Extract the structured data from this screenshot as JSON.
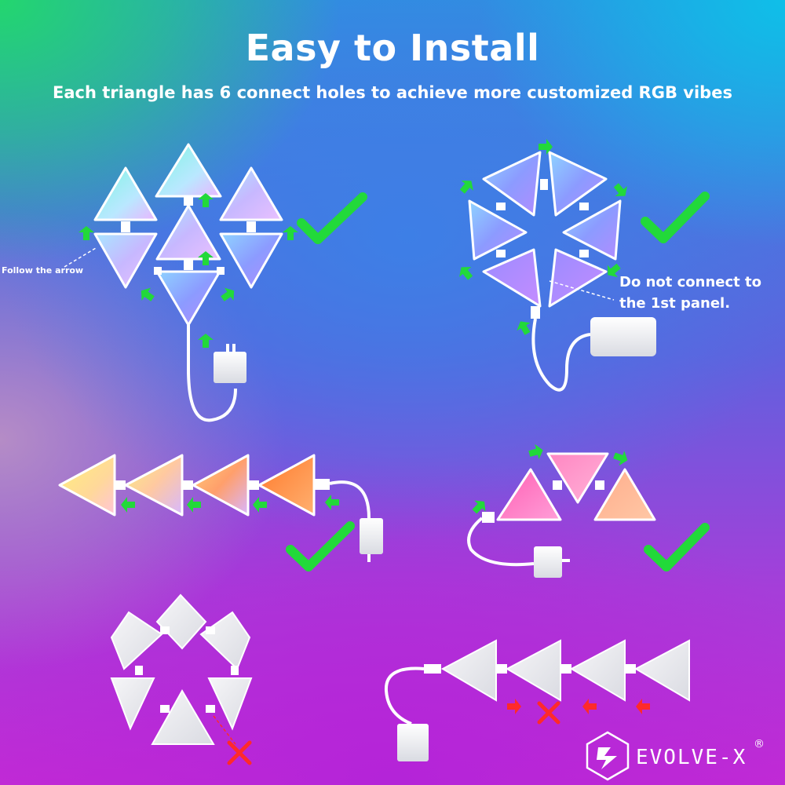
{
  "title": "Easy to Install",
  "subtitle": "Each triangle has 6 connect holes to achieve more customized RGB vibes",
  "notes": {
    "follow_arrow": "Follow the arrow",
    "first_panel_line1": "Do not connect to",
    "first_panel_line2": "the 1st panel."
  },
  "brand": {
    "name": "EVOLVE-X",
    "registered_mark": "®"
  },
  "diagrams": [
    {
      "layout": "pyramid cluster",
      "status": "correct"
    },
    {
      "layout": "hexagon ring",
      "status": "correct"
    },
    {
      "layout": "horizontal chain",
      "status": "correct"
    },
    {
      "layout": "three-panel arc",
      "status": "correct"
    },
    {
      "layout": "hexagon ring",
      "status": "incorrect"
    },
    {
      "layout": "horizontal chain",
      "status": "incorrect"
    }
  ],
  "colors": {
    "correct_mark": "#22d93a",
    "incorrect_mark": "#ff2a2a",
    "text": "#ffffff"
  },
  "icons": [
    "check-icon",
    "cross-icon",
    "arrow-icon",
    "power-adapter-icon",
    "usb-adapter-icon",
    "logo-icon"
  ]
}
